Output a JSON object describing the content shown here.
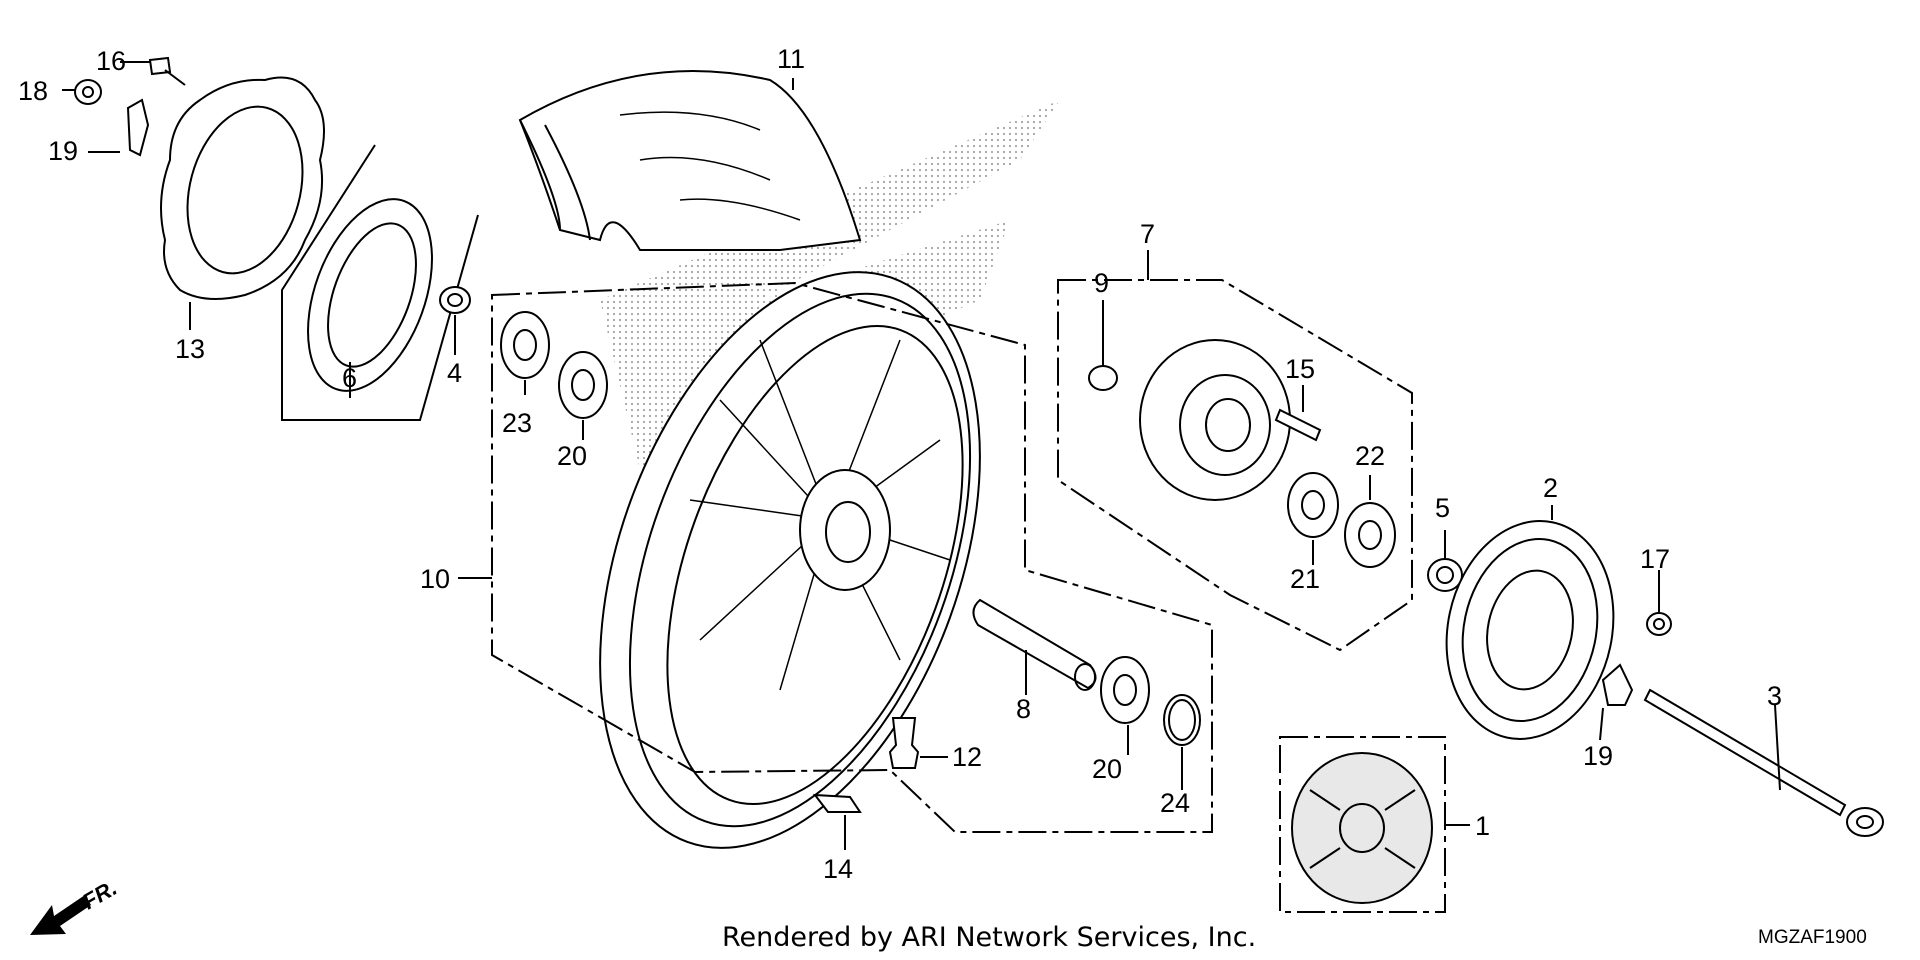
{
  "diagram": {
    "callouts": {
      "c1": "1",
      "c2": "2",
      "c3": "3",
      "c4": "4",
      "c5": "5",
      "c6": "6",
      "c7": "7",
      "c8": "8",
      "c9": "9",
      "c10": "10",
      "c11": "11",
      "c12": "12",
      "c13": "13",
      "c14": "14",
      "c15": "15",
      "c16": "16",
      "c17": "17",
      "c18": "18",
      "c19a": "19",
      "c19b": "19",
      "c20a": "20",
      "c20b": "20",
      "c21": "21",
      "c22": "22",
      "c23": "23",
      "c24": "24"
    },
    "direction_label": "FR.",
    "footer_text": "Rendered by ARI Network Services, Inc.",
    "diagram_code": "MGZAF1900"
  }
}
